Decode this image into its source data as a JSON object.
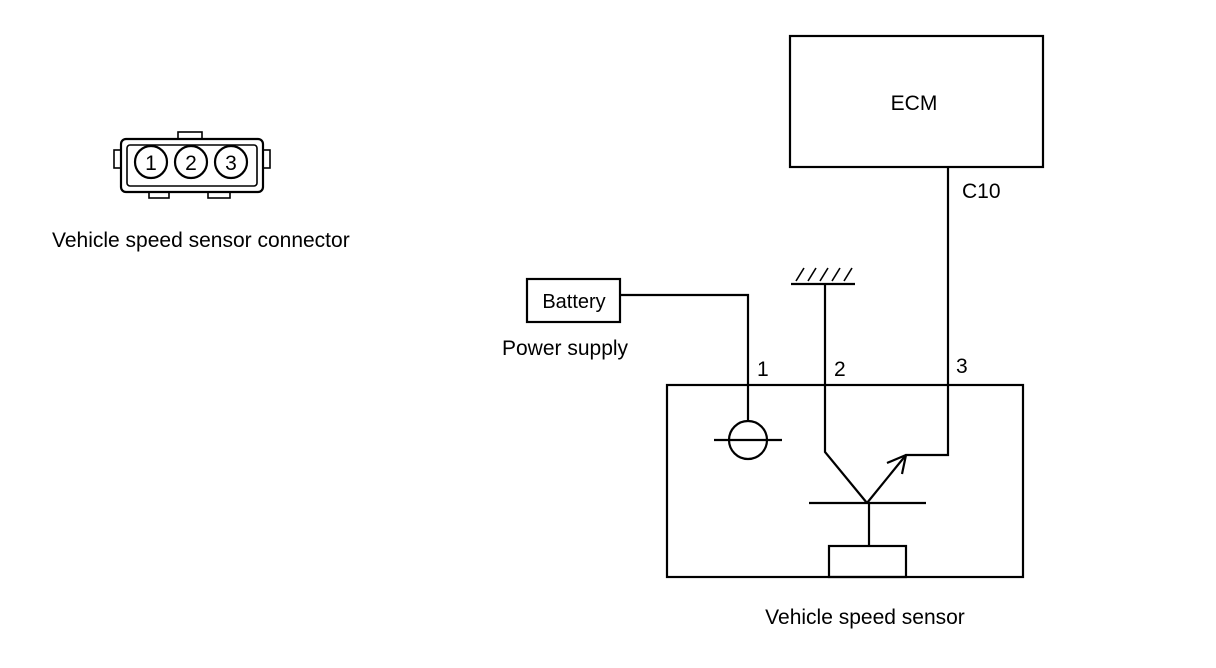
{
  "connector": {
    "pins": [
      "1",
      "2",
      "3"
    ],
    "caption": "Vehicle speed sensor connector"
  },
  "ecm": {
    "label": "ECM",
    "terminal": "C10"
  },
  "battery": {
    "label": "Battery",
    "caption": "Power supply"
  },
  "sensor": {
    "pin_1": "1",
    "pin_2": "2",
    "pin_3": "3",
    "caption": "Vehicle speed sensor"
  },
  "colors": {
    "ink": "#000000",
    "background": "#ffffff"
  }
}
